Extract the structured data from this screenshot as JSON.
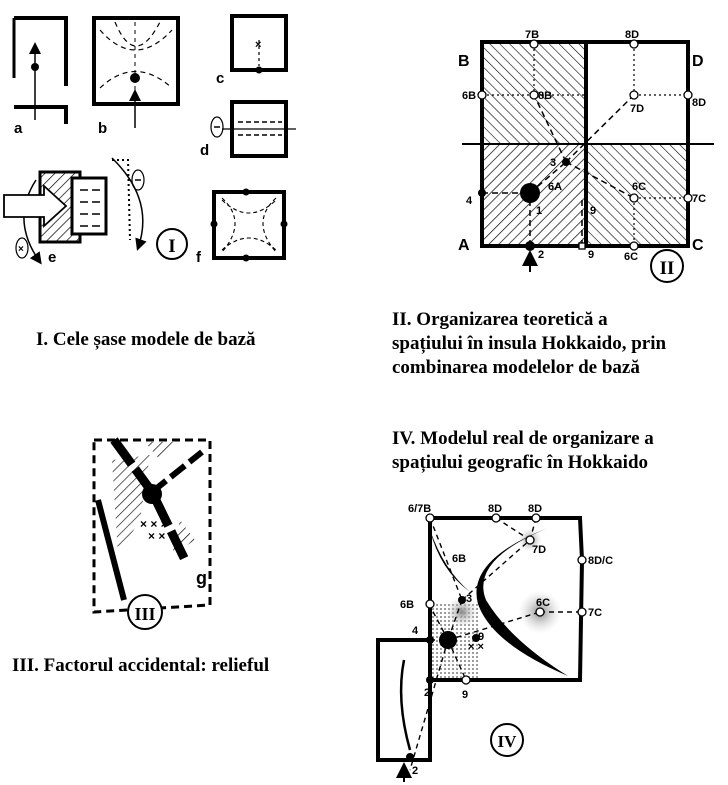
{
  "captions": {
    "I": "I.  Cele șase modele de bază",
    "II": [
      "II. Organizarea teoretică a",
      "spațiului în insula Hokkaido, prin",
      "combinarea modelelor de bază"
    ],
    "III": "III. Factorul accidental: relieful",
    "IV": [
      "IV. Modelul real de organizare a",
      "spațiului geografic în Hokkaido"
    ]
  },
  "panel_I": {
    "letters": [
      "a",
      "b",
      "c",
      "d",
      "e",
      "f"
    ],
    "numeral": "I"
  },
  "panel_II": {
    "corners": [
      "A",
      "B",
      "C",
      "D"
    ],
    "nodes": [
      "7B",
      "8D",
      "6B",
      "8B",
      "7D",
      "8D",
      "3",
      "6A",
      "4",
      "1",
      "9",
      "6C",
      "7C",
      "2",
      "9",
      "6C"
    ],
    "numeral": "II"
  },
  "panel_III": {
    "letter": "g",
    "numeral": "III"
  },
  "panel_IV": {
    "nodes": [
      "6/7B",
      "8D",
      "8D",
      "7D",
      "8D/C",
      "6B",
      "3",
      "6B",
      "6C",
      "7C",
      "4",
      "9",
      "2",
      "9",
      "2"
    ],
    "numeral": "IV"
  },
  "colors": {
    "ink": "#000000",
    "paper": "#ffffff",
    "stipple": "#b0b0b0"
  }
}
